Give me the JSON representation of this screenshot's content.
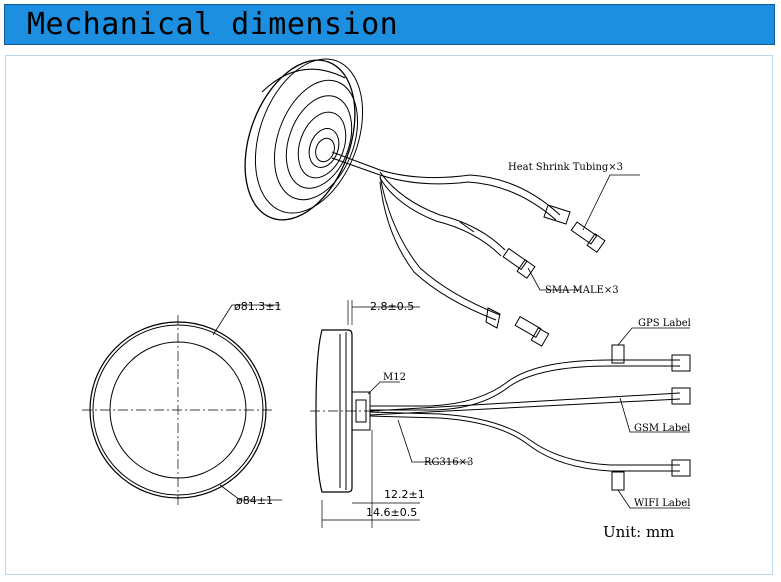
{
  "title": "Mechanical dimension",
  "labels": {
    "heat_shrink": "Heat Shrink Tubing×3",
    "sma_male": "SMA MALE×3",
    "diameter_inner": "ø81.3±1",
    "diameter_outer": "ø84±1",
    "thickness_top": "2.8±0.5",
    "thread": "M12",
    "cable": "RG316×3",
    "height_12": "12.2±1",
    "height_14": "14.6±0.5",
    "gps_label": "GPS Label",
    "gsm_label": "GSM Label",
    "wifi_label": "WIFI Label",
    "unit": "Unit: mm"
  }
}
